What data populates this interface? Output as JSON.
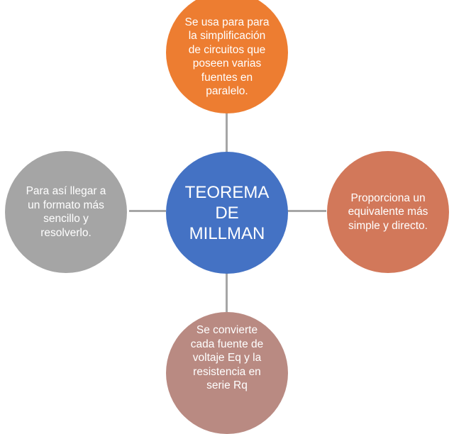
{
  "center": {
    "label": "TEOREMA\nDE\nMILLMAN",
    "color": "#4472c4"
  },
  "nodes": {
    "top": {
      "text": "Se usa para para\nla simplificación\nde circuitos que\nposeen varias\nfuentes en\nparalelo.",
      "color": "#ed7d31"
    },
    "right": {
      "text": "Proporciona un\nequivalente más\nsimple y directo.",
      "color": "#d2785a"
    },
    "bottom": {
      "text": "Se convierte\ncada fuente de\nvoltaje Eq y la\nresistencia en\nserie Rq",
      "color": "#b98a82"
    },
    "left": {
      "text": "Para así llegar a\nun formato más\nsencillo y\nresolverlo.",
      "color": "#a5a5a5"
    }
  },
  "connector_color": "#a6a6a6"
}
